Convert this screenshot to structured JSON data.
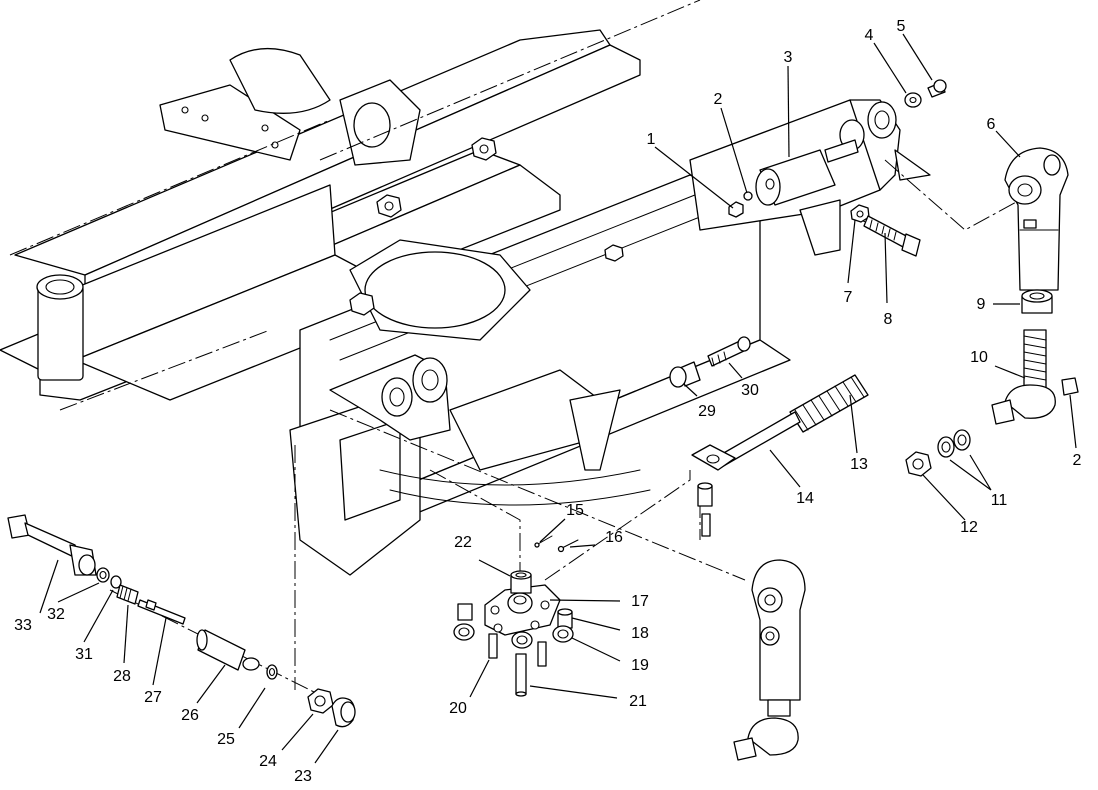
{
  "callouts": [
    {
      "id": "c1",
      "text": "1"
    },
    {
      "id": "c2a",
      "text": "2"
    },
    {
      "id": "c2b",
      "text": "2"
    },
    {
      "id": "c3",
      "text": "3"
    },
    {
      "id": "c4",
      "text": "4"
    },
    {
      "id": "c5",
      "text": "5"
    },
    {
      "id": "c6",
      "text": "6"
    },
    {
      "id": "c7",
      "text": "7"
    },
    {
      "id": "c8",
      "text": "8"
    },
    {
      "id": "c9",
      "text": "9"
    },
    {
      "id": "c10",
      "text": "10"
    },
    {
      "id": "c11",
      "text": "11"
    },
    {
      "id": "c12",
      "text": "12"
    },
    {
      "id": "c13",
      "text": "13"
    },
    {
      "id": "c14",
      "text": "14"
    },
    {
      "id": "c15",
      "text": "15"
    },
    {
      "id": "c16",
      "text": "16"
    },
    {
      "id": "c17",
      "text": "17"
    },
    {
      "id": "c18",
      "text": "18"
    },
    {
      "id": "c19",
      "text": "19"
    },
    {
      "id": "c20",
      "text": "20"
    },
    {
      "id": "c21",
      "text": "21"
    },
    {
      "id": "c22",
      "text": "22"
    },
    {
      "id": "c23",
      "text": "23"
    },
    {
      "id": "c24",
      "text": "24"
    },
    {
      "id": "c25",
      "text": "25"
    },
    {
      "id": "c26",
      "text": "26"
    },
    {
      "id": "c27",
      "text": "27"
    },
    {
      "id": "c28",
      "text": "28"
    },
    {
      "id": "c29",
      "text": "29"
    },
    {
      "id": "c30",
      "text": "30"
    },
    {
      "id": "c31",
      "text": "31"
    },
    {
      "id": "c32",
      "text": "32"
    },
    {
      "id": "c33",
      "text": "33"
    }
  ]
}
